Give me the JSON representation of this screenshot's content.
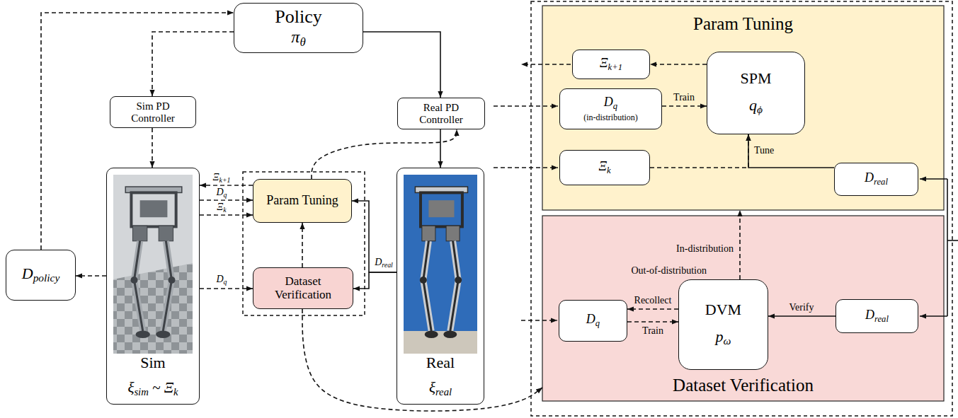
{
  "diagram": {
    "nodes": [
      {
        "text": [
          "Policy",
          "πθ"
        ]
      },
      {
        "text": [
          "Sim PD Controller"
        ]
      },
      {
        "text": [
          "Real PD Controller"
        ]
      },
      {
        "text": [
          "Sim",
          "ξsim ~ Ξk"
        ]
      },
      {
        "text": [
          "Param Tuning"
        ]
      },
      {
        "text": [
          "Dataset Verification"
        ]
      },
      {
        "text": [
          "Real",
          "ξreal"
        ]
      },
      {
        "text": [
          "Dpolicy"
        ]
      },
      {
        "text": [
          "Param Tuning"
        ]
      },
      {
        "text": [
          "Ξk+1"
        ],
        "in": 8
      },
      {
        "text": [
          "Dq",
          "(in-distribution)"
        ],
        "in": 8
      },
      {
        "text": [
          "SPM",
          "qϕ"
        ],
        "in": 8
      },
      {
        "text": [
          "Ξk"
        ],
        "in": 8
      },
      {
        "text": [
          "Dreal"
        ],
        "in": 8
      },
      {
        "text": [
          "Dataset Verification"
        ]
      },
      {
        "text": [
          "Dq"
        ],
        "in": 14
      },
      {
        "text": [
          "DVM",
          "pω"
        ],
        "in": 14
      },
      {
        "text": [
          "Dreal"
        ],
        "in": 14
      }
    ],
    "edges": [
      {
        "from": 0,
        "to": 1,
        "arrow": "to"
      },
      {
        "from": 0,
        "to": 2,
        "arrow": "to"
      },
      {
        "from": 7,
        "to": 0,
        "arrow": "to"
      },
      {
        "from": 1,
        "to": 3,
        "arrow": "to"
      },
      {
        "from": 2,
        "to": 6,
        "arrow": "to"
      },
      {
        "from": 3,
        "to": 7,
        "arrow": "to"
      },
      {
        "from": 4,
        "to": 3,
        "label": "Ξk+1",
        "arrow": "to"
      },
      {
        "from": 3,
        "to": 4,
        "label": "Dq",
        "arrow": "to"
      },
      {
        "from": 3,
        "to": 4,
        "label": "Ξk",
        "arrow": "to"
      },
      {
        "from": 3,
        "to": 5,
        "label": "Dq",
        "arrow": "to"
      },
      {
        "from": 6,
        "to": 4,
        "label": "Dreal",
        "arrow": "to"
      },
      {
        "from": 6,
        "to": 5,
        "arrow": "to"
      },
      {
        "from": 5,
        "to": 4,
        "arrow": "to"
      },
      {
        "from": 4,
        "to": 2,
        "arrow": "to"
      },
      {
        "from": 5,
        "to": 14,
        "arrow": "to"
      },
      {
        "from": 11,
        "to": 9,
        "arrow": "to"
      },
      {
        "from": 10,
        "to": 11,
        "label": "Train",
        "arrow": "to"
      },
      {
        "from": 12,
        "to": 11,
        "arrow": "to"
      },
      {
        "from": 13,
        "to": 11,
        "label": "Tune",
        "arrow": "to"
      },
      {
        "from": 16,
        "to": 15,
        "label": "Recollect",
        "arrow": "to"
      },
      {
        "from": 15,
        "to": 16,
        "label": "Train",
        "arrow": "to"
      },
      {
        "from": 17,
        "to": 16,
        "label": "Verify",
        "arrow": "to"
      },
      {
        "from": 16,
        "to": 8,
        "label": "In-distribution",
        "arrow": "to"
      }
    ],
    "labels": [
      "Out-of-distribution"
    ]
  }
}
